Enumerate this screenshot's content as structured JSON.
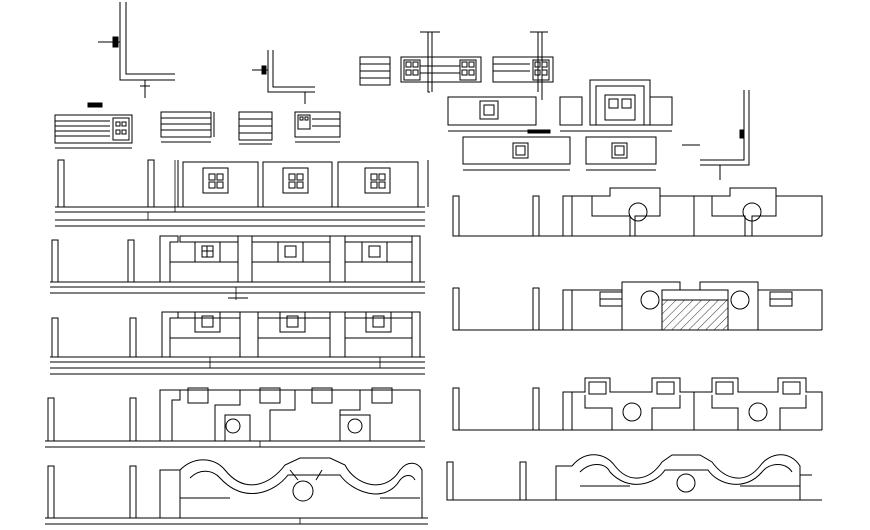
{
  "drawing": {
    "line_color": "#000000",
    "background": "#ffffff",
    "hatch_color": "#000000"
  },
  "sheet": {
    "elevations_left": [
      {
        "id": "left-1",
        "style": "square-panels"
      },
      {
        "id": "left-2",
        "style": "framed-panels"
      },
      {
        "id": "left-3",
        "style": "framed-panels"
      },
      {
        "id": "left-4",
        "style": "stepped-blocks"
      },
      {
        "id": "left-5",
        "style": "curved-arch"
      }
    ],
    "elevations_right": [
      {
        "id": "right-1",
        "style": "stepped-blocks"
      },
      {
        "id": "right-2",
        "style": "gate-with-hatch"
      },
      {
        "id": "right-3",
        "style": "stepped-blocks-high"
      },
      {
        "id": "right-4",
        "style": "curved-arch"
      }
    ],
    "detail_blocks": [
      {
        "id": "detail-a"
      },
      {
        "id": "detail-b"
      },
      {
        "id": "detail-c"
      },
      {
        "id": "detail-d"
      },
      {
        "id": "detail-e"
      },
      {
        "id": "detail-f"
      },
      {
        "id": "detail-g"
      },
      {
        "id": "detail-h"
      },
      {
        "id": "detail-i"
      }
    ]
  }
}
